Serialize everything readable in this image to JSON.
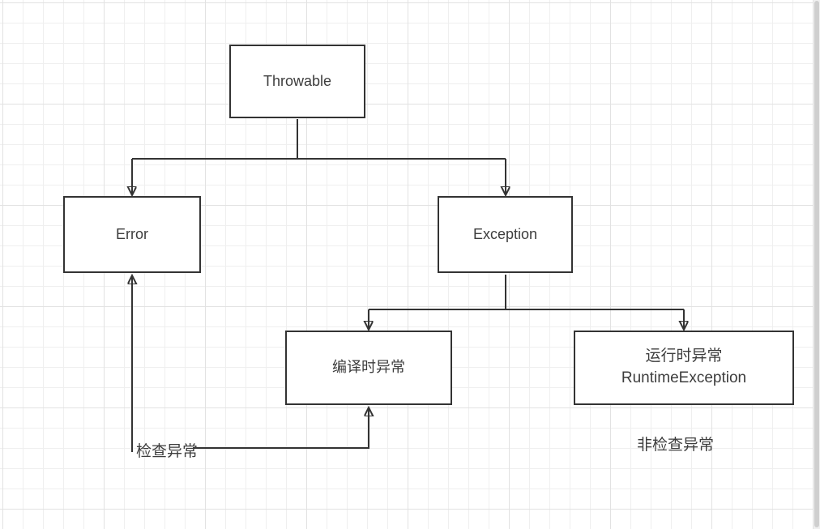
{
  "diagram": {
    "nodes": {
      "throwable": {
        "label": "Throwable"
      },
      "error": {
        "label": "Error"
      },
      "exception": {
        "label": "Exception"
      },
      "compile_time": {
        "label": "编译时异常"
      },
      "runtime": {
        "label": "运行时异常\nRuntimeException"
      }
    },
    "annotations": {
      "checked": {
        "label": "检查异常"
      },
      "unchecked": {
        "label": "非检查异常"
      }
    },
    "colors": {
      "stroke": "#333333",
      "text": "#3d3d3d",
      "node_fill": "#ffffff",
      "grid_minor": "#efefef",
      "grid_major": "#e2e2e2",
      "canvas": "#ffffff"
    }
  }
}
